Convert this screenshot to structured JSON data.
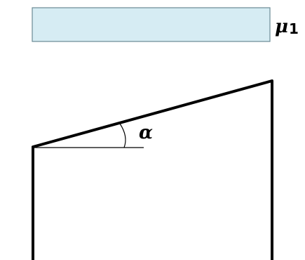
{
  "labels": {
    "medium_symbol": "μ",
    "medium_subscript": "1",
    "angle_symbol": "α"
  },
  "colors": {
    "medium_fill": "#d6ecf3",
    "medium_stroke": "#6a8a94",
    "outline": "#000000"
  }
}
